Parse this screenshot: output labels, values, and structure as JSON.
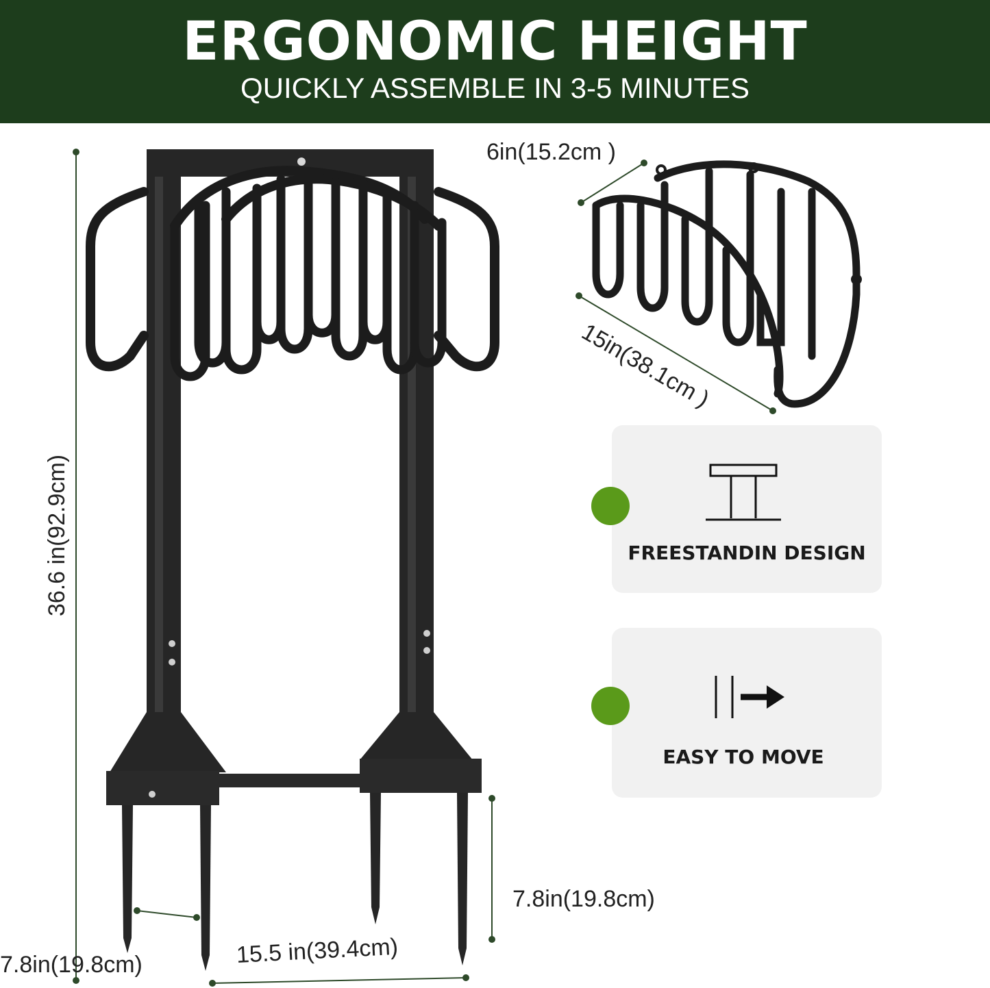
{
  "banner": {
    "title": "ERGONOMIC HEIGHT",
    "subtitle": "QUICKLY ASSEMBLE IN 3-5 MINUTES",
    "background_color": "#1d3d1c"
  },
  "dimensions": {
    "height_total": "36.6 in(92.9cm)",
    "spike_depth": "7.8in(19.8cm)",
    "base_width": "15.5 in(39.4cm)",
    "spike_length": "7.8in(19.8cm)",
    "hanger_depth": "6in(15.2cm )",
    "hanger_width": "15in(38.1cm )"
  },
  "features": [
    {
      "label": "FREESTANDIN DESIGN",
      "icon": "freestanding-icon",
      "dot_color": "#5a9a1a"
    },
    {
      "label": "EASY TO MOVE",
      "icon": "move-arrow-icon",
      "dot_color": "#5a9a1a"
    }
  ],
  "colors": {
    "dimension_line": "#2e4a2a",
    "product": "#1c1c1c"
  }
}
